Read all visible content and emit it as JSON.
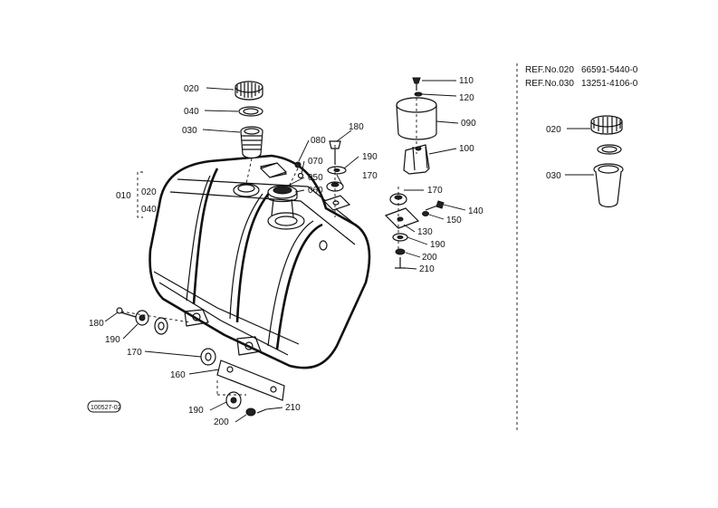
{
  "diagram_code": "100527-02",
  "refs": [
    {
      "label": "REF.No.020",
      "part_no": "66591-5440-0"
    },
    {
      "label": "REF.No.030",
      "part_no": "13251-4106-0"
    }
  ],
  "callouts": {
    "c010": "010",
    "c020a": "020",
    "c020b": "020",
    "c020c": "020",
    "c030a": "030",
    "c030b": "030",
    "c040a": "040",
    "c040b": "040",
    "c050": "050",
    "c060": "060",
    "c070": "070",
    "c080": "080",
    "c090": "090",
    "c100": "100",
    "c110": "110",
    "c120": "120",
    "c130": "130",
    "c140": "140",
    "c150": "150",
    "c160": "160",
    "c170a": "170",
    "c170b": "170",
    "c170c": "170",
    "c180a": "180",
    "c180b": "180",
    "c190a": "190",
    "c190b": "190",
    "c190c": "190",
    "c190d": "190",
    "c200a": "200",
    "c200b": "200",
    "c210a": "210",
    "c210b": "210"
  }
}
